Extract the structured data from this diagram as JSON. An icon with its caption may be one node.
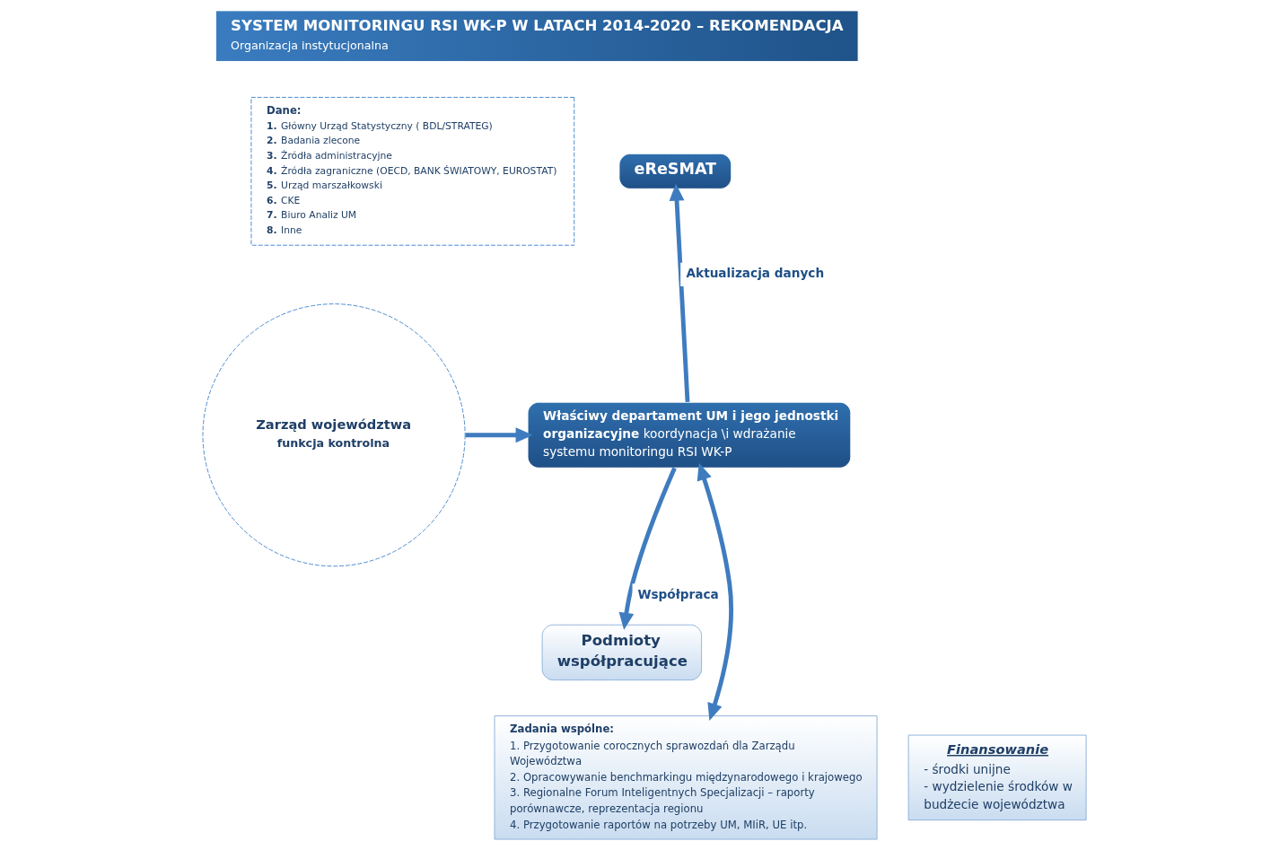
{
  "diagram": {
    "nodes": [
      {
        "text": [
          "SYSTEM MONITORINGU RSI WK-P W LATACH 2014-2020 – REKOMENDACJA",
          "Organizacja instytucjonalna"
        ]
      },
      {
        "text": [
          "**Dane:**",
          "**1.** Główny Urząd Statystyczny ( BDL/STRATEG)",
          "**2.** Badania zlecone",
          "**3.** Źródła administracyjne",
          "**4.** Źródła zagraniczne (OECD, BANK ŚWIATOWY, EUROSTAT)",
          "**5.** Urząd marszałkowski",
          "**6.** CKE",
          "**7.** Biuro Analiz UM",
          "**8.** Inne"
        ]
      },
      {
        "text": [
          "eReSMAT"
        ]
      },
      {
        "text": [
          "**Właściwy departament UM i jego jednostki organizacyjne** koordynacja \\i wdrażanie systemu monitoringu RSI WK-P"
        ]
      },
      {
        "text": [
          "Zarząd województwa",
          "funkcja kontrolna"
        ]
      },
      {
        "text": [
          "Podmioty współpracujące"
        ]
      },
      {
        "text": [
          "**Zadania wspólne:**",
          "1. Przygotowanie corocznych sprawozdań dla Zarządu Województwa",
          "2. Opracowywanie benchmarkingu międzynarodowego i krajowego",
          "3. Regionalne Forum Inteligentnych Specjalizacji – raporty porównawcze, reprezentacja regionu",
          "4. Przygotowanie raportów na potrzeby UM, MIiR, UE itp."
        ]
      },
      {
        "text": [
          "Finansowanie",
          "- środki unijne",
          "- wydzielenie środków w budżecie województwa"
        ]
      }
    ],
    "edges": [
      {
        "from": 3,
        "to": 2,
        "arrow": "to",
        "label": "Aktualizacja danych"
      },
      {
        "from": 4,
        "to": 3,
        "arrow": "to"
      },
      {
        "from": 3,
        "to": 5,
        "arrow": "to",
        "label": "Współpraca"
      },
      {
        "from": 3,
        "to": 6,
        "arrow": "both"
      }
    ]
  }
}
